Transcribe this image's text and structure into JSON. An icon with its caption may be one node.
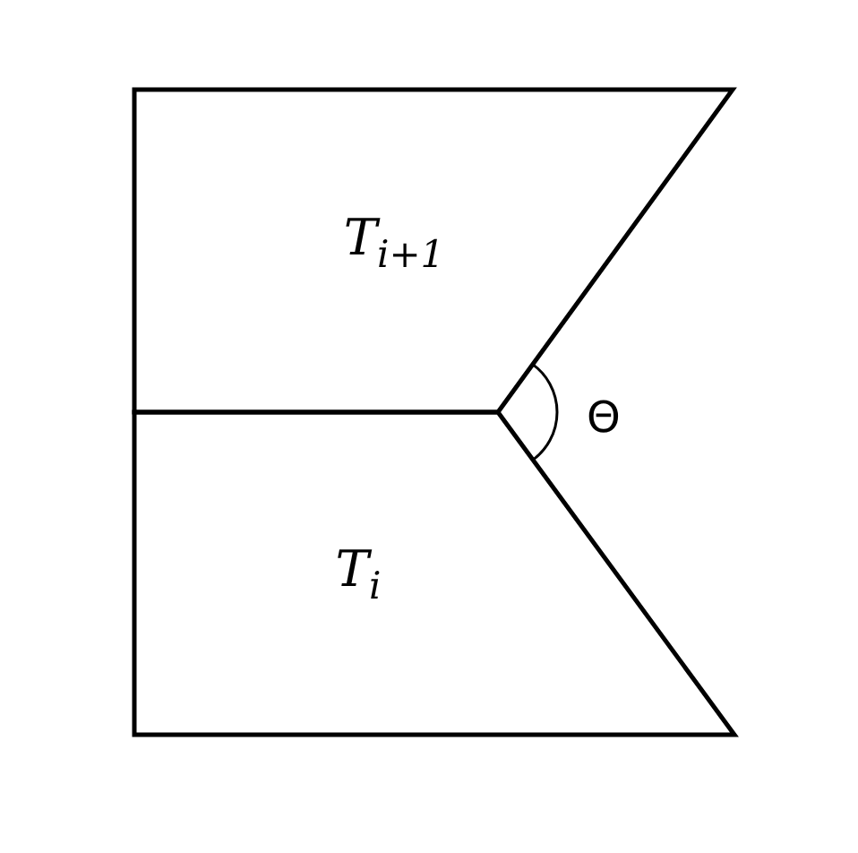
{
  "diagram": {
    "nodes": [
      {
        "text": [
          "*T*$_{i+1}$"
        ]
      },
      {
        "text": [
          "*T*$_{i}$"
        ]
      }
    ],
    "labels": [
      "Θ"
    ]
  }
}
